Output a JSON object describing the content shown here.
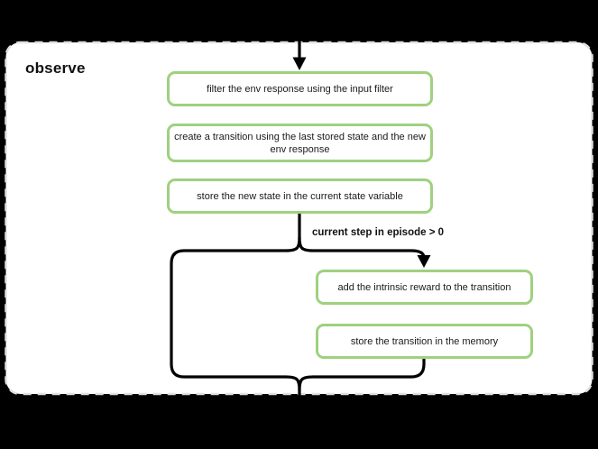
{
  "canvas": {
    "background_color": "#000000",
    "container_fill": "#ffffff",
    "container_border_color": "#e0e0e0",
    "line_color": "#000000",
    "node_border_color": "#9fd17f",
    "node_fill": "#ffffff"
  },
  "diagram": {
    "title": "observe",
    "condition_label": "current step in episode > 0",
    "nodes": [
      {
        "id": "filter-env-response",
        "label": "filter the env response using the input filter"
      },
      {
        "id": "create-transition",
        "label": "create a transition using the last stored state and the new env response"
      },
      {
        "id": "store-new-state",
        "label": "store the new state in the current state variable"
      },
      {
        "id": "add-intrinsic-reward",
        "label": "add the intrinsic reward to the transition"
      },
      {
        "id": "store-transition",
        "label": "store the transition in the memory"
      }
    ]
  }
}
